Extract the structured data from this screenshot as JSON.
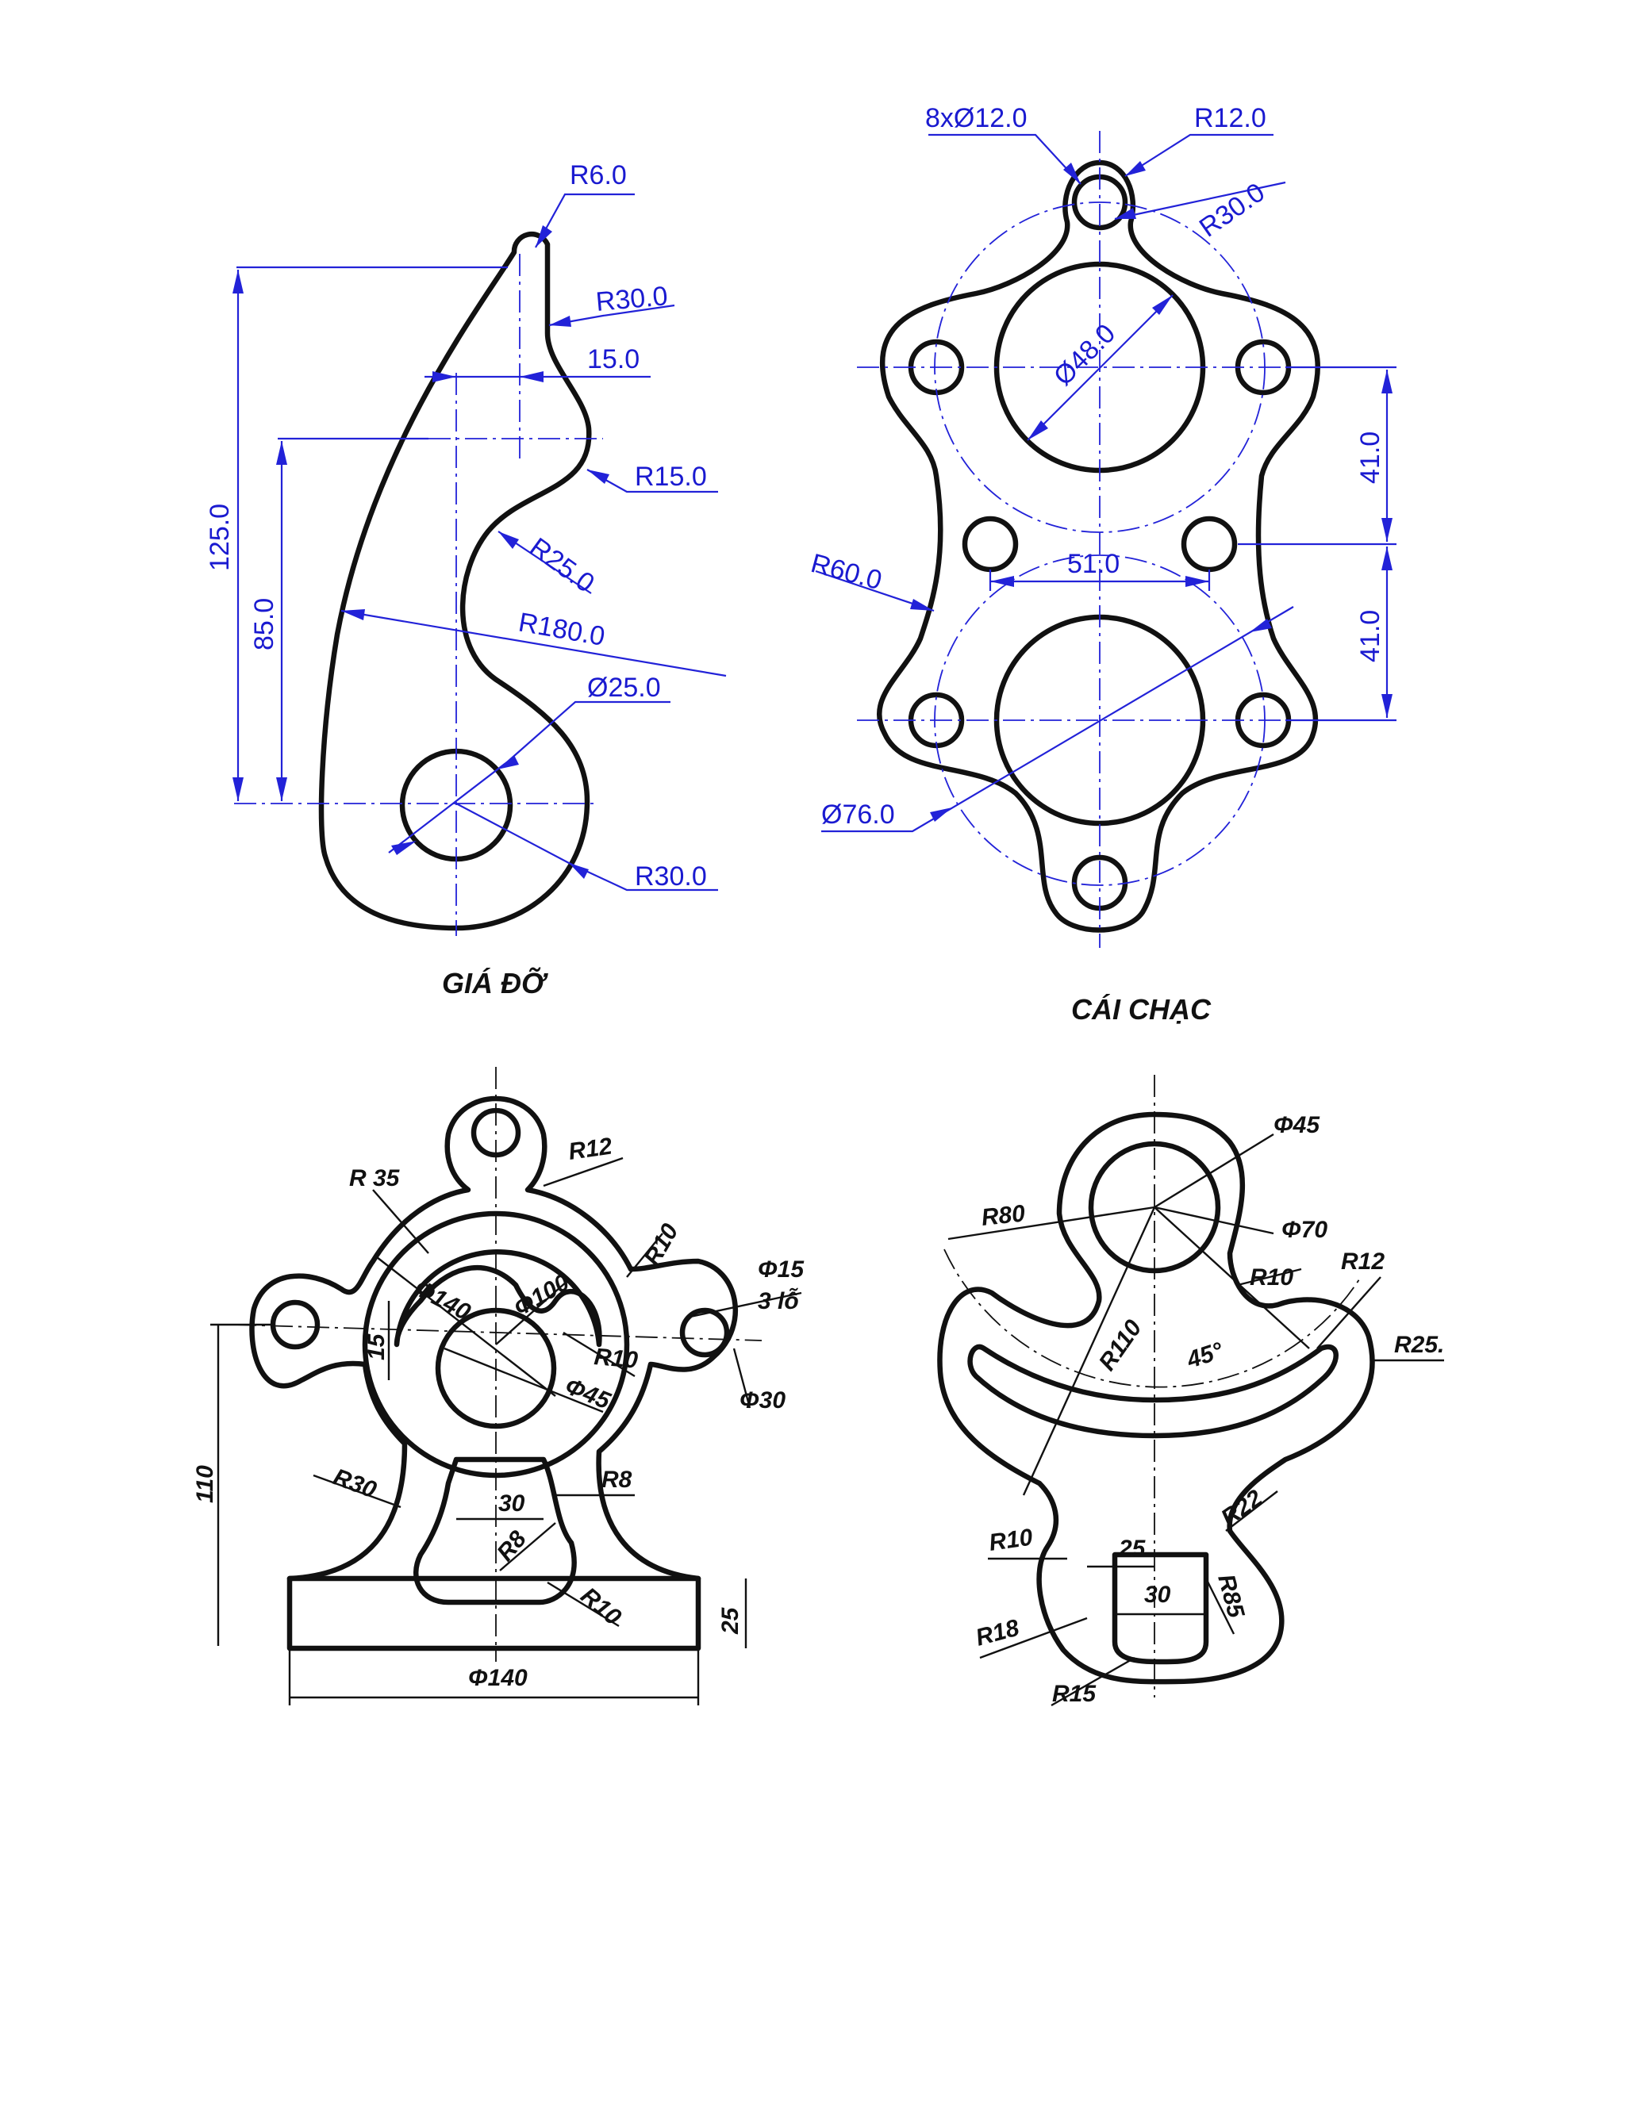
{
  "colors": {
    "dimension": "#1a1ad0",
    "outline": "#111111",
    "paper": "#ffffff"
  },
  "titles": {
    "top_left": "GIÁ ĐỠ",
    "top_right": "CÁI CHẠC"
  },
  "gia_do": {
    "r6": "R6.0",
    "r30_top": "R30.0",
    "w15": "15.0",
    "r15": "R15.0",
    "r25": "R25.0",
    "r180": "R180.0",
    "d25": "Ø25.0",
    "r30_bottom": "R30.0",
    "h125": "125.0",
    "h85": "85.0"
  },
  "cai_chac": {
    "holes": "8xØ12.0",
    "r12": "R12.0",
    "r30": "R30.0",
    "d48": "Ø48.0",
    "h41_top": "41.0",
    "w51": "51.0",
    "r60": "R60.0",
    "h41_bottom": "41.0",
    "d76": "Ø76.0"
  },
  "bottom_left": {
    "r35": "R 35",
    "r12": "R12",
    "phi140_in": "Φ140",
    "phi100": "Φ100",
    "r10_right": "R10",
    "phi15": "Φ15",
    "holes3": "3 lỗ",
    "d15": "15",
    "r10_mid": "R10",
    "phi45": "Φ45",
    "phi30": "Φ30",
    "h110": "110",
    "r30": "R30",
    "w30": "30",
    "r8_right": "R8",
    "r8_mid": "R8",
    "r10_base": "R10",
    "h25": "25",
    "phi140_base": "Φ140"
  },
  "bottom_right": {
    "phi45": "Φ45",
    "r80": "R80",
    "phi70": "Φ70",
    "r10_top": "R10",
    "r12": "R12",
    "r110": "R110",
    "angle45": "45°",
    "r25": "R25.",
    "r22": "R22",
    "r10_left": "R10",
    "w25": "25",
    "w30": "30",
    "r85": "R85",
    "r18": "R18",
    "r15": "R15"
  }
}
